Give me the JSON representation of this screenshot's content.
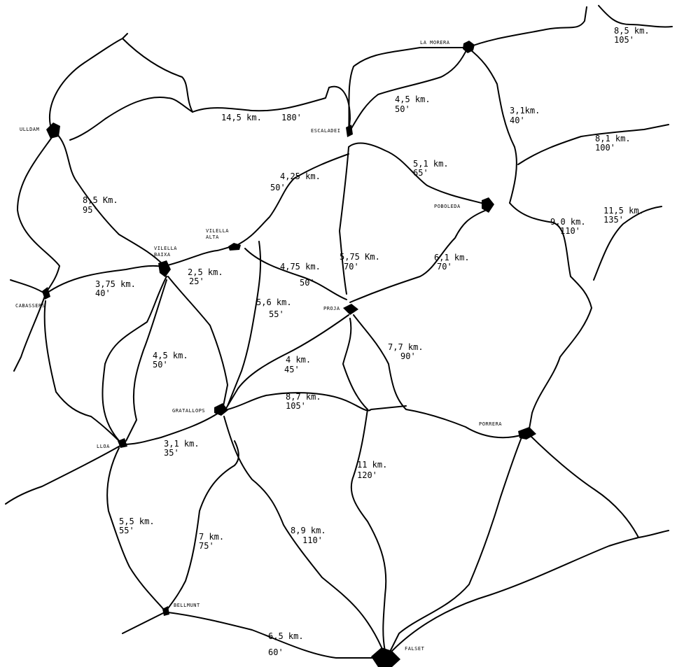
{
  "towns": [
    {
      "id": "la-morera",
      "label": "LA MORERA"
    },
    {
      "id": "ulldemolins",
      "label": "ULLDAM"
    },
    {
      "id": "escaladei",
      "label": "ESCALADEI"
    },
    {
      "id": "poboleda",
      "label": "POBOLEDA"
    },
    {
      "id": "vilella-alta",
      "label": "VILELLA\nALTA"
    },
    {
      "id": "vilella-baixa",
      "label": "VILELLA\nBAIXA"
    },
    {
      "id": "cabassers",
      "label": "CABASSERS"
    },
    {
      "id": "gratallops",
      "label": "GRATALLOPS"
    },
    {
      "id": "lloa",
      "label": "LLOA"
    },
    {
      "id": "torroja",
      "label": "PROJA"
    },
    {
      "id": "porrera",
      "label": "PORRERA"
    },
    {
      "id": "bellmunt",
      "label": "BELLMUNT"
    },
    {
      "id": "falset",
      "label": "FALSET"
    }
  ],
  "routes": [
    {
      "id": "r1",
      "distance": "8,5 km.",
      "time": "105'"
    },
    {
      "id": "r2",
      "distance": "14,5 km.",
      "time": "180'"
    },
    {
      "id": "r3",
      "distance": "4,5 km.",
      "time": "50'"
    },
    {
      "id": "r4",
      "distance": "3,1km.",
      "time": "40'"
    },
    {
      "id": "r5",
      "distance": "8,1 km.",
      "time": "100'"
    },
    {
      "id": "r6",
      "distance": "5,1 km.",
      "time": "65'"
    },
    {
      "id": "r7",
      "distance": "4,25 km.",
      "time": "50'"
    },
    {
      "id": "r8",
      "distance": "8,5 Km.",
      "time": "95'"
    },
    {
      "id": "r9",
      "distance": "9,0 km.",
      "time": "110'"
    },
    {
      "id": "r10",
      "distance": "11,5 km.",
      "time": "135'"
    },
    {
      "id": "r11",
      "distance": "5,75 Km.",
      "time": "70'"
    },
    {
      "id": "r12",
      "distance": "6,1 km.",
      "time": "70'"
    },
    {
      "id": "r13",
      "distance": "4,75 km.",
      "time": "50'"
    },
    {
      "id": "r14",
      "distance": "2,5 km.",
      "time": "25'"
    },
    {
      "id": "r15",
      "distance": "3,75 km.",
      "time": "40'"
    },
    {
      "id": "r16",
      "distance": "5,6 km.",
      "time": "55'"
    },
    {
      "id": "r17",
      "distance": "4,5 km.",
      "time": "50'"
    },
    {
      "id": "r18",
      "distance": "4 km.",
      "time": "45'"
    },
    {
      "id": "r19",
      "distance": "7,7 km.",
      "time": "90'"
    },
    {
      "id": "r20",
      "distance": "8,7 km.",
      "time": "105'"
    },
    {
      "id": "r21",
      "distance": "3,1 km.",
      "time": "35'"
    },
    {
      "id": "r22",
      "distance": "11 km.",
      "time": "120'"
    },
    {
      "id": "r23",
      "distance": "5,5 km.",
      "time": "55'"
    },
    {
      "id": "r24",
      "distance": "7 km.",
      "time": "75'"
    },
    {
      "id": "r25",
      "distance": "8,9 km.",
      "time": "110'"
    },
    {
      "id": "r26",
      "distance": "6,5 km.",
      "time": "60'"
    }
  ]
}
